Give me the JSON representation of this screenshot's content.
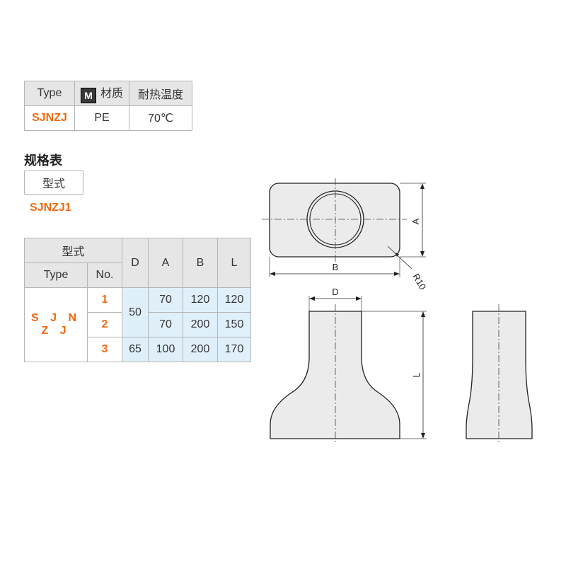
{
  "material_table": {
    "headers": {
      "type": "Type",
      "material_icon": "M",
      "material": "材质",
      "heat": "耐热温度"
    },
    "row": {
      "type": "SJNZJ",
      "material": "PE",
      "heat": "70℃"
    }
  },
  "spec": {
    "title": "规格表",
    "type_label": "型式",
    "type_code": "SJNZJ1"
  },
  "spec_table": {
    "group_header": "型式",
    "type_header": "Type",
    "no_header": "No.",
    "col_headers": [
      "D",
      "A",
      "B",
      "L"
    ],
    "type_value": "S J N Z J",
    "rows": [
      {
        "no": "1",
        "D": "50",
        "A": "70",
        "B": "120",
        "L": "120"
      },
      {
        "no": "2",
        "D": "50",
        "A": "70",
        "B": "200",
        "L": "150"
      },
      {
        "no": "3",
        "D": "65",
        "A": "100",
        "B": "200",
        "L": "170"
      }
    ]
  },
  "drawing": {
    "dim_A": "A",
    "dim_B": "B",
    "dim_R": "R10",
    "dim_D": "D",
    "dim_L": "L"
  },
  "colors": {
    "accent": "#ef6a12",
    "cell_blue": "#dff0fb",
    "header_gray": "#e6e6e6",
    "part_fill": "#ebebeb"
  }
}
